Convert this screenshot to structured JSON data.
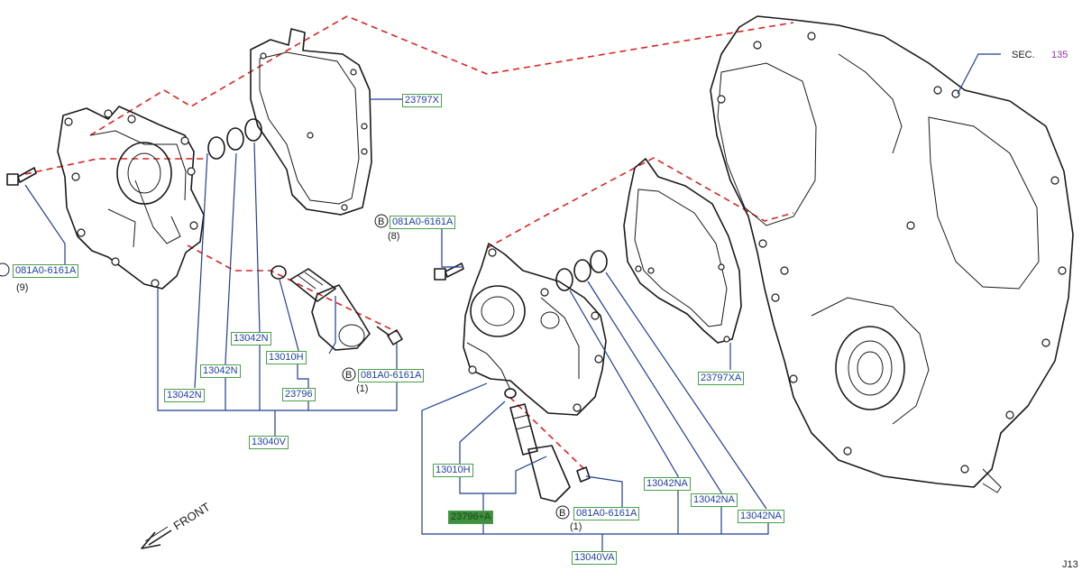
{
  "parts": {
    "gasket_upper": "23797X",
    "gasket_lower": "23797XA",
    "bolt_left": "081A0-6161A",
    "bolt_mid": "081A0-6161A",
    "bolt_upper_small": "081A0-6161A",
    "bolt_lower_small": "081A0-6161A",
    "oring_l1": "13042N",
    "oring_l2": "13042N",
    "oring_l3": "13042N",
    "valve_l": "13010H",
    "solenoid_l": "23796",
    "cover_l": "13040V",
    "valve_r": "13010H",
    "solenoid_r": "23796+A",
    "oring_r1": "13042NA",
    "oring_r2": "13042NA",
    "oring_r3": "13042NA",
    "cover_r": "13040VA"
  },
  "quantities": {
    "bolt_left": "(9)",
    "bolt_mid": "(8)",
    "bolt_upper_small": "(1)",
    "bolt_lower_small": "(1)"
  },
  "circle_marks": {
    "b1": "B",
    "b2": "B",
    "b3": "B",
    "b4": "B"
  },
  "section": {
    "label": "SEC.",
    "number": "135"
  },
  "direction": {
    "front": "FRONT"
  },
  "figure_code": "J13",
  "colors": {
    "dash": "#dd2222",
    "leader": "#1f3f8f",
    "label_border": "#48a048",
    "highlight": "#3f8f3f",
    "sec_number": "#9b2fae"
  }
}
